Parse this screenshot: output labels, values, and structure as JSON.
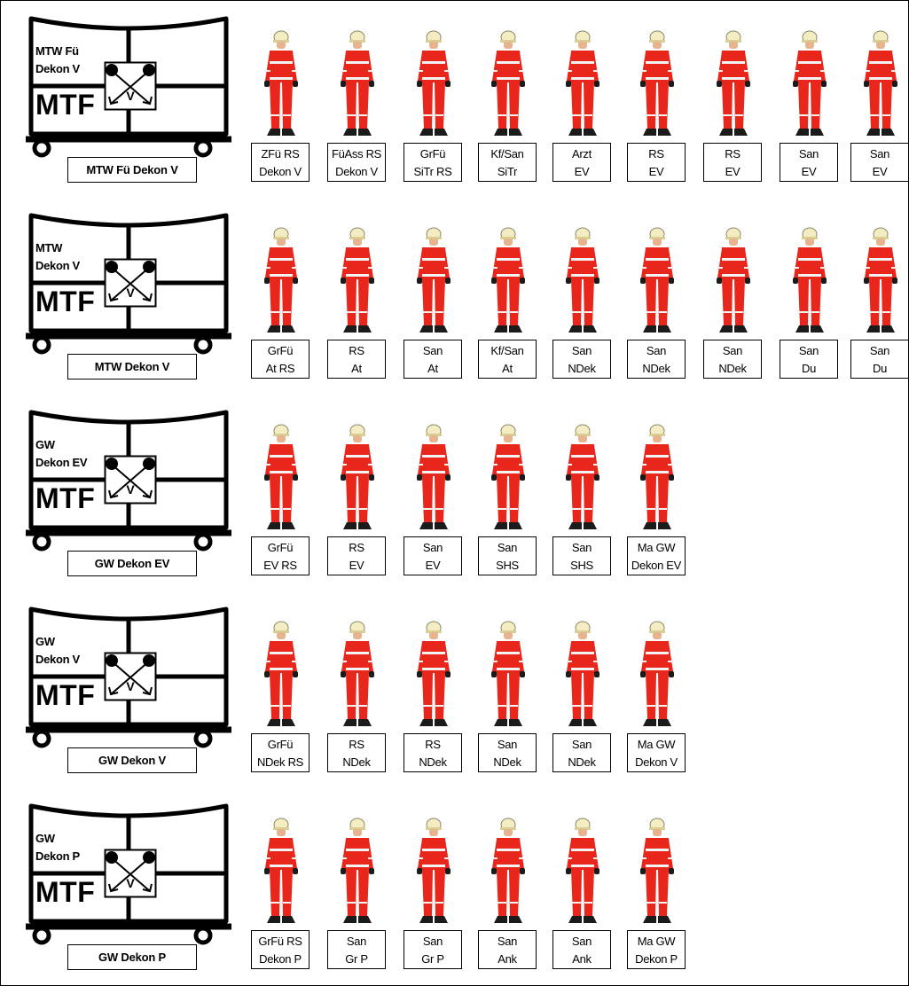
{
  "colors": {
    "suit": "#e8261b",
    "reflective": "#f2f2f2",
    "helmet": "#f4ecc2",
    "boots": "#1b1b1b",
    "outline": "#000000"
  },
  "icons": {
    "crew": "firefighter-icon",
    "vehicle": "vehicle-tactical-sign-icon",
    "dekon": "decontamination-cross-icon"
  },
  "units": [
    {
      "vehicle_name_line1": "MTW Fü",
      "vehicle_name_line2": "Dekon V",
      "vehicle_class": "MTF",
      "sign_letter": "V",
      "unit_name": "MTW Fü Dekon V",
      "crew": [
        {
          "line1": "ZFü RS",
          "line2": "Dekon V"
        },
        {
          "line1": "FüAss RS",
          "line2": "Dekon V"
        },
        {
          "line1": "GrFü",
          "line2": "SiTr RS"
        },
        {
          "line1": "Kf/San",
          "line2": "SiTr"
        },
        {
          "line1": "Arzt",
          "line2": "EV"
        },
        {
          "line1": "RS",
          "line2": "EV"
        },
        {
          "line1": "RS",
          "line2": "EV"
        },
        {
          "line1": "San",
          "line2": "EV"
        },
        {
          "line1": "San",
          "line2": "EV"
        }
      ]
    },
    {
      "vehicle_name_line1": "MTW",
      "vehicle_name_line2": "Dekon V",
      "vehicle_class": "MTF",
      "sign_letter": "V",
      "unit_name": "MTW Dekon V",
      "crew": [
        {
          "line1": "GrFü",
          "line2": "At RS"
        },
        {
          "line1": "RS",
          "line2": "At"
        },
        {
          "line1": "San",
          "line2": "At"
        },
        {
          "line1": "Kf/San",
          "line2": "At"
        },
        {
          "line1": "San",
          "line2": "NDek"
        },
        {
          "line1": "San",
          "line2": "NDek"
        },
        {
          "line1": "San",
          "line2": "NDek"
        },
        {
          "line1": "San",
          "line2": "Du"
        },
        {
          "line1": "San",
          "line2": "Du"
        }
      ]
    },
    {
      "vehicle_name_line1": "GW",
      "vehicle_name_line2": "Dekon EV",
      "vehicle_class": "MTF",
      "sign_letter": "V",
      "unit_name": "GW Dekon EV",
      "crew": [
        {
          "line1": "GrFü",
          "line2": "EV RS"
        },
        {
          "line1": "RS",
          "line2": "EV"
        },
        {
          "line1": "San",
          "line2": "EV"
        },
        {
          "line1": "San",
          "line2": "SHS"
        },
        {
          "line1": "San",
          "line2": "SHS"
        },
        {
          "line1": "Ma GW",
          "line2": "Dekon EV"
        }
      ]
    },
    {
      "vehicle_name_line1": "GW",
      "vehicle_name_line2": "Dekon V",
      "vehicle_class": "MTF",
      "sign_letter": "V",
      "unit_name": "GW Dekon V",
      "crew": [
        {
          "line1": "GrFü",
          "line2": "NDek RS"
        },
        {
          "line1": "RS",
          "line2": "NDek"
        },
        {
          "line1": "RS",
          "line2": "NDek"
        },
        {
          "line1": "San",
          "line2": "NDek"
        },
        {
          "line1": "San",
          "line2": "NDek"
        },
        {
          "line1": "Ma GW",
          "line2": "Dekon V"
        }
      ]
    },
    {
      "vehicle_name_line1": "GW",
      "vehicle_name_line2": "Dekon P",
      "vehicle_class": "MTF",
      "sign_letter": "V",
      "unit_name": "GW Dekon P",
      "crew": [
        {
          "line1": "GrFü RS",
          "line2": "Dekon P"
        },
        {
          "line1": "San",
          "line2": "Gr P"
        },
        {
          "line1": "San",
          "line2": "Gr P"
        },
        {
          "line1": "San",
          "line2": "Ank"
        },
        {
          "line1": "San",
          "line2": "Ank"
        },
        {
          "line1": "Ma GW",
          "line2": "Dekon P"
        }
      ]
    }
  ]
}
